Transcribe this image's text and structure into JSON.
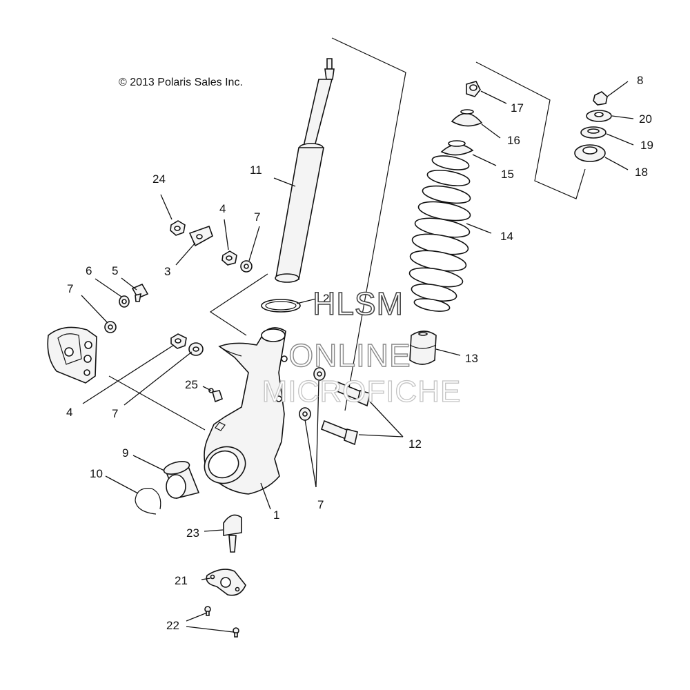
{
  "copyright": "© 2013 Polaris Sales Inc.",
  "watermark": {
    "line1": "HLSM",
    "line2": "ONLINE",
    "line3": "MICROFICHE"
  },
  "callouts": {
    "c1": "1",
    "c2": "2",
    "c3": "3",
    "c4a": "4",
    "c4b": "4",
    "c5": "5",
    "c6": "6",
    "c7a": "7",
    "c7b": "7",
    "c7c": "7",
    "c7d": "7",
    "c8": "8",
    "c9": "9",
    "c10": "10",
    "c11": "11",
    "c12": "12",
    "c13": "13",
    "c14": "14",
    "c15": "15",
    "c16": "16",
    "c17": "17",
    "c18": "18",
    "c19": "19",
    "c20": "20",
    "c21": "21",
    "c22": "22",
    "c23": "23",
    "c24": "24",
    "c25": "25"
  },
  "colors": {
    "line": "#111111",
    "background": "#ffffff",
    "watermark_stroke": "#888888"
  }
}
